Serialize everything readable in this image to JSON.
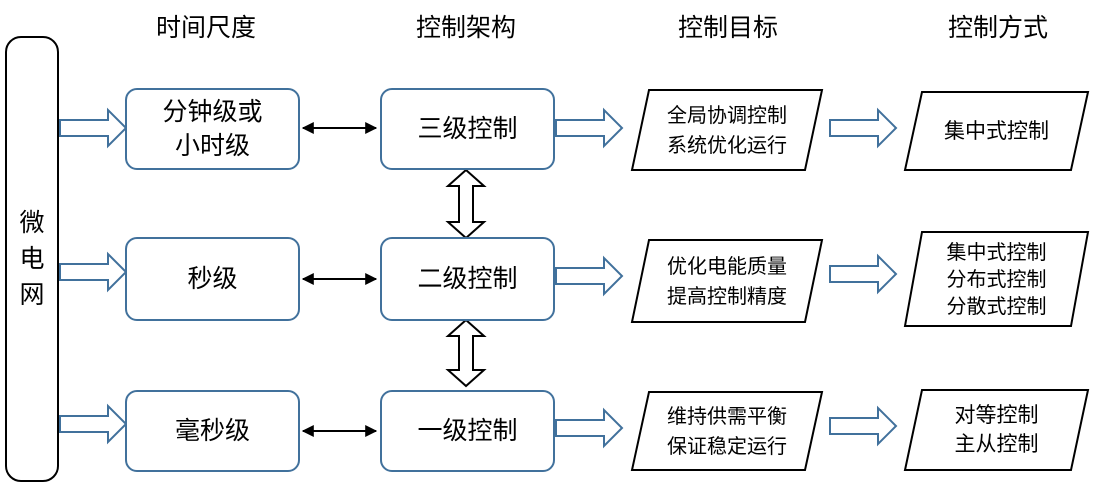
{
  "headers": {
    "time_scale": "时间尺度",
    "control_arch": "控制架构",
    "control_goal": "控制目标",
    "control_mode": "控制方式"
  },
  "microgrid": [
    "微",
    "电",
    "网"
  ],
  "time_scales": [
    [
      "分钟级或",
      "小时级"
    ],
    [
      "秒级"
    ],
    [
      "毫秒级"
    ]
  ],
  "levels": [
    "三级控制",
    "二级控制",
    "一级控制"
  ],
  "goals": [
    [
      "全局协调控制",
      "系统优化运行"
    ],
    [
      "优化电能质量",
      "提高控制精度"
    ],
    [
      "维持供需平衡",
      "保证稳定运行"
    ]
  ],
  "modes": [
    [
      "集中式控制"
    ],
    [
      "集中式控制",
      "分布式控制",
      "分散式控制"
    ],
    [
      "对等控制",
      "主从控制"
    ]
  ],
  "colors": {
    "box_border": "#41719c",
    "arrow_outline": "#41719c",
    "text": "#000000"
  }
}
